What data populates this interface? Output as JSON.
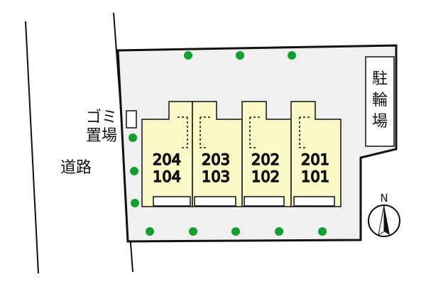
{
  "labels": {
    "road": "道路",
    "garbage_line1": "ゴミ",
    "garbage_line2": "置場",
    "parking": [
      "駐",
      "輪",
      "場"
    ],
    "north": "N"
  },
  "units": [
    {
      "upper": "204",
      "lower": "104"
    },
    {
      "upper": "203",
      "lower": "103"
    },
    {
      "upper": "202",
      "lower": "102"
    },
    {
      "upper": "201",
      "lower": "101"
    }
  ],
  "colors": {
    "lot_fill": "#f0f0f1",
    "building_fill": "#fcf9c9",
    "tree": "#11a02d",
    "line": "#111111"
  }
}
